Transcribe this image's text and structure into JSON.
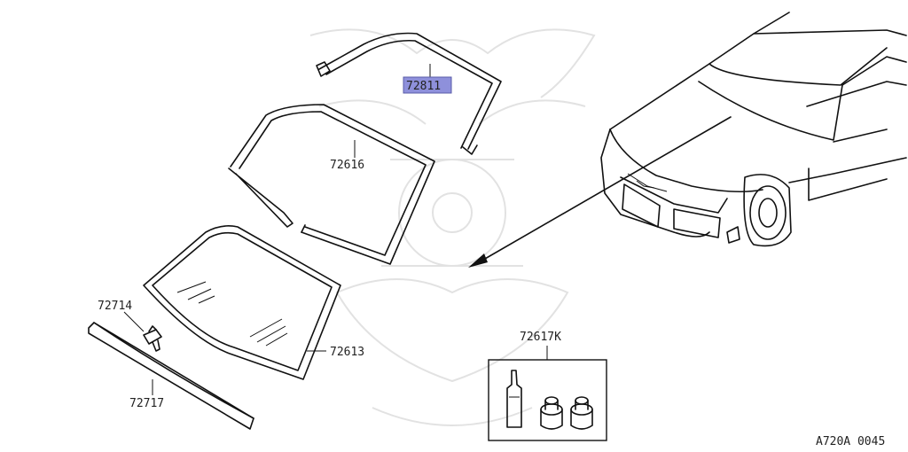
{
  "parts": {
    "molding_upper": "72811",
    "dam_rubber": "72616",
    "windshield_glass": "72613",
    "fastener_clip": "72714",
    "molding_lower": "72717",
    "kit": "72617K"
  },
  "diagram_code": "A720A 0045",
  "colors": {
    "highlight": "#8e90db",
    "line": "#111111",
    "watermark": "#e2e2e2"
  }
}
